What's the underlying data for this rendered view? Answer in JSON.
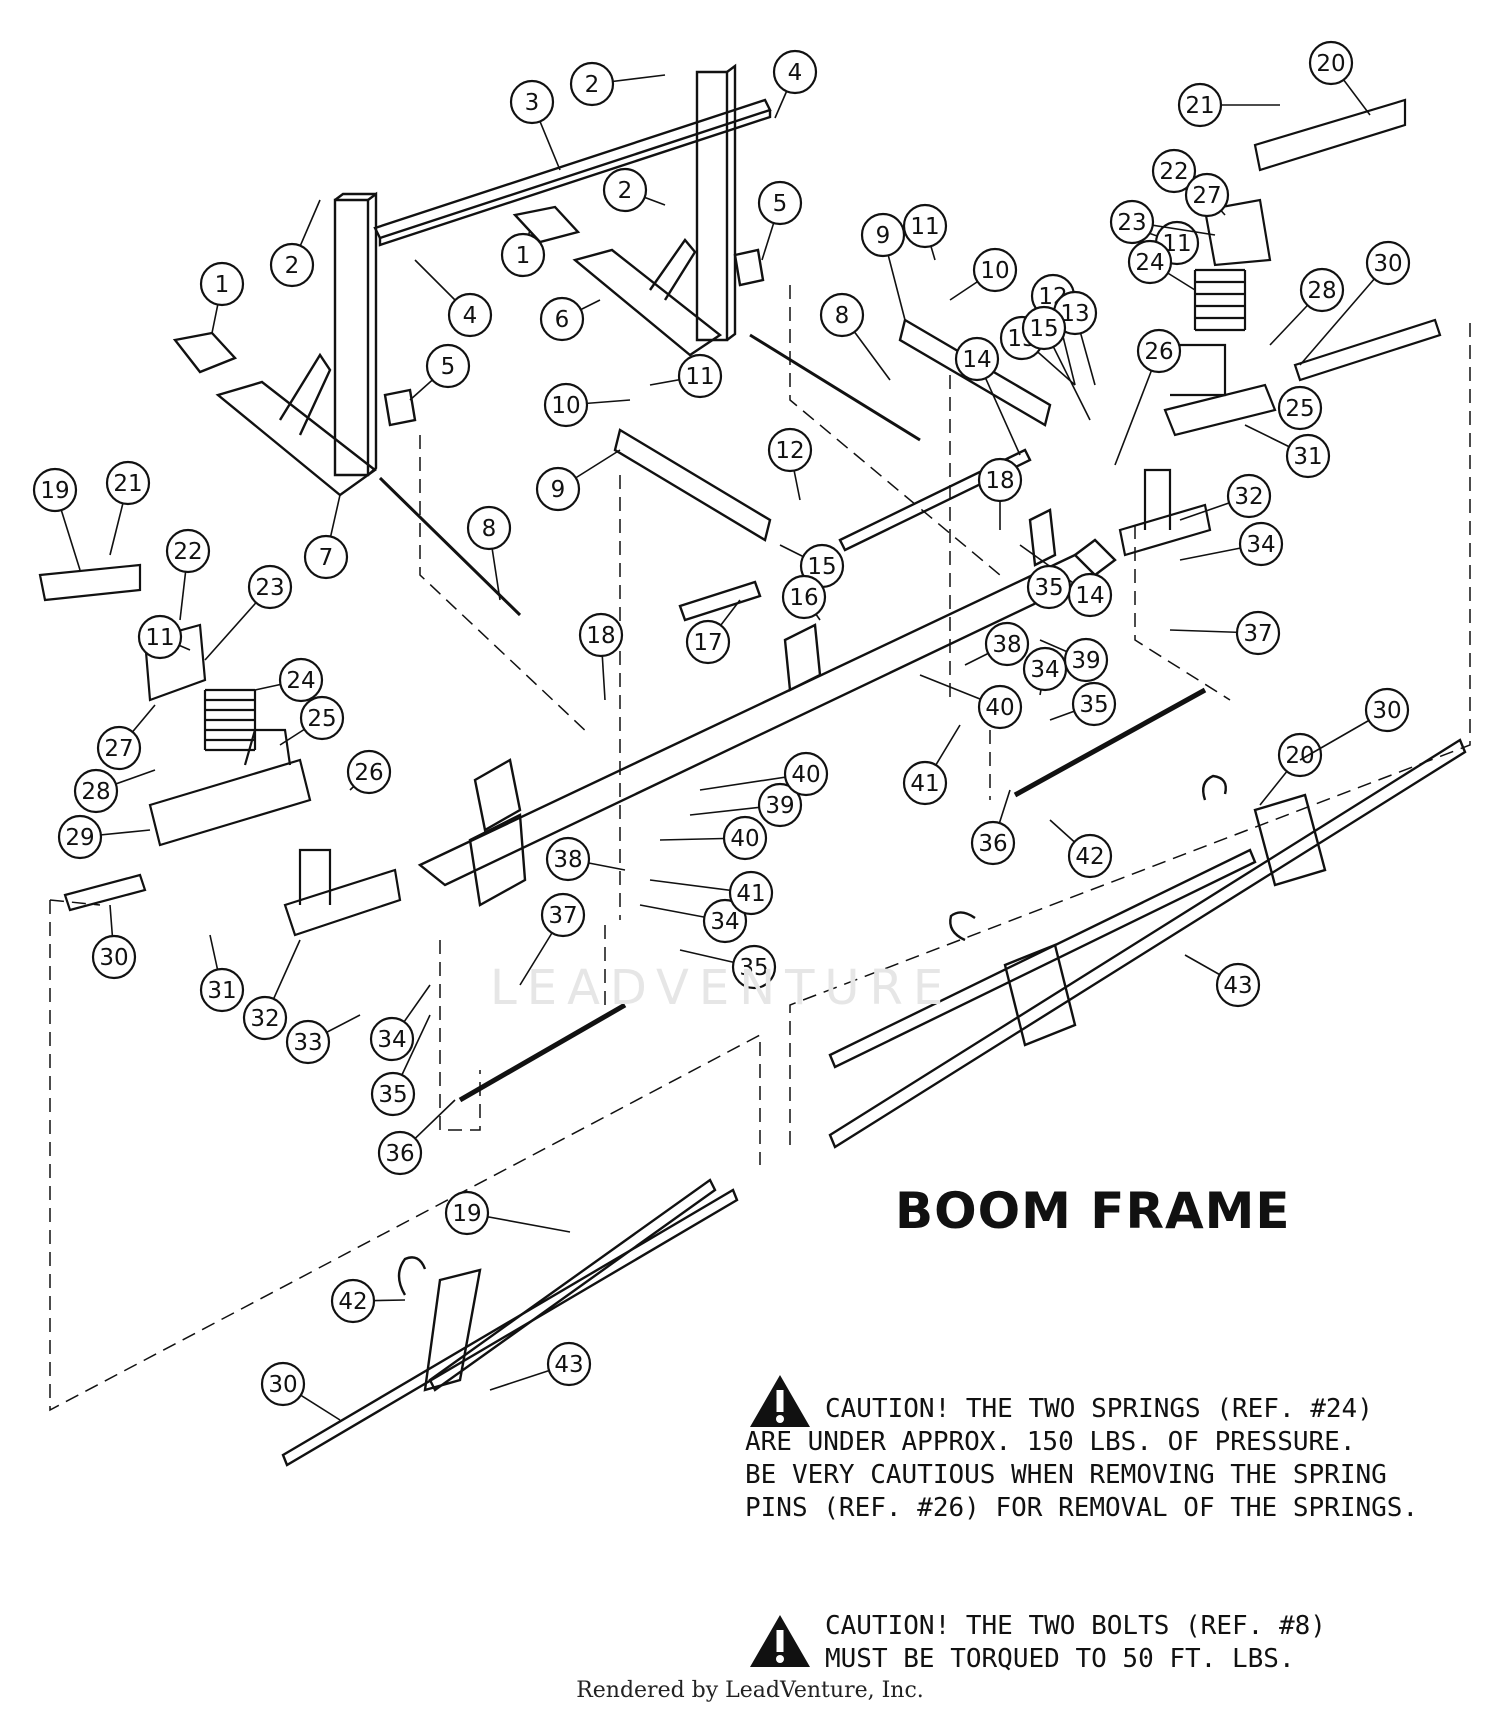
{
  "diagram": {
    "title": "BOOM FRAME",
    "watermark": "LEADVENTURE",
    "footer": "Rendered by LeadVenture, Inc.",
    "cautions": [
      {
        "icon": "warning-triangle-icon",
        "lines": [
          "CAUTION! THE TWO SPRINGS (REF. #24)",
          "ARE UNDER APPROX. 150 LBS. OF PRESSURE.",
          "BE VERY CAUTIOUS WHEN REMOVING THE SPRING",
          "PINS (REF. #26) FOR REMOVAL OF THE SPRINGS."
        ]
      },
      {
        "icon": "warning-triangle-icon",
        "lines": [
          "CAUTION! THE TWO BOLTS (REF. #8)",
          "MUST BE TORQUED TO 50 FT. LBS."
        ]
      }
    ],
    "callouts": [
      "1",
      "1",
      "2",
      "2",
      "2",
      "3",
      "4",
      "4",
      "5",
      "5",
      "6",
      "7",
      "8",
      "8",
      "9",
      "9",
      "10",
      "10",
      "11",
      "11",
      "11",
      "11",
      "12",
      "12",
      "13",
      "13",
      "14",
      "14",
      "15",
      "15",
      "16",
      "17",
      "18",
      "18",
      "19",
      "19",
      "20",
      "20",
      "21",
      "21",
      "22",
      "22",
      "23",
      "23",
      "24",
      "24",
      "25",
      "25",
      "26",
      "26",
      "27",
      "27",
      "28",
      "28",
      "29",
      "30",
      "30",
      "30",
      "30",
      "31",
      "31",
      "32",
      "32",
      "33",
      "34",
      "34",
      "34",
      "34",
      "35",
      "35",
      "35",
      "35",
      "36",
      "36",
      "37",
      "37",
      "38",
      "38",
      "39",
      "39",
      "40",
      "40",
      "40",
      "41",
      "41",
      "42",
      "42",
      "43",
      "43"
    ]
  }
}
